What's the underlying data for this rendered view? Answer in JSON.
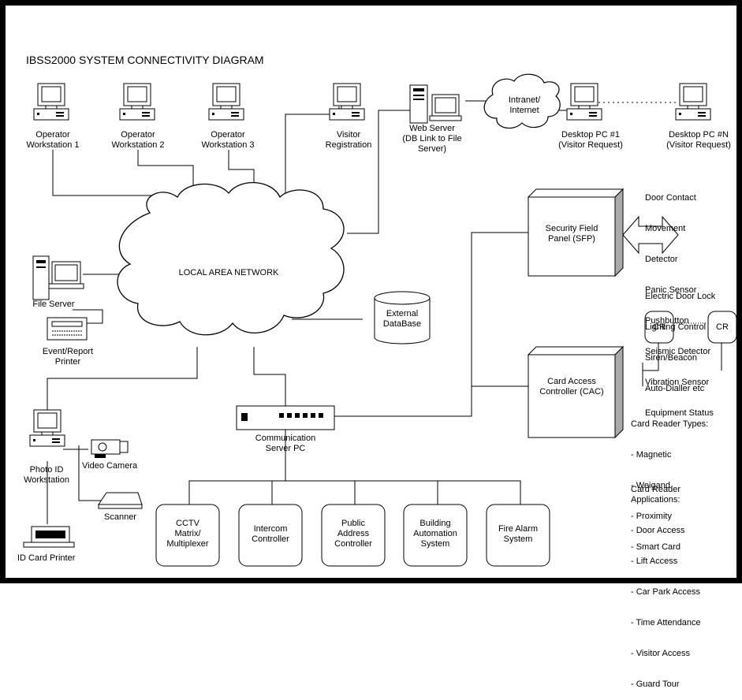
{
  "title": "IBSS2000 SYSTEM CONNECTIVITY DIAGRAM",
  "network": {
    "lan": "LOCAL AREA NETWORK",
    "intranet": "Intranet/\nInternet"
  },
  "workstations": {
    "op1": "Operator\nWorkstation 1",
    "op2": "Operator\nWorkstation 2",
    "op3": "Operator\nWorkstation 3",
    "visitor_reg": "Visitor\nRegistration",
    "web_server": "Web Server\n(DB Link to File\nServer)",
    "desktop1": "Desktop PC #1\n(Visitor Request)",
    "desktopN": "Desktop PC #N\n(Visitor Request)",
    "file_server": "File Server",
    "printer": "Event/Report\nPrinter",
    "photo_id": "Photo ID\nWorkstation",
    "video_camera": "Video Camera",
    "scanner": "Scanner",
    "id_printer": "ID Card Printer"
  },
  "database": "External\nDataBase",
  "sfp": "Security Field\nPanel (SFP)",
  "cac": "Card Access\nController (CAC)",
  "comm_server": "Communication\nServer PC",
  "cr_label": "CR",
  "sfp_inputs": [
    "Door Contact",
    "Movement",
    "Detector",
    "Panic Sensor",
    "Pushbutton",
    "Seismic Detector",
    "Vibration Sensor",
    "Equipment Status"
  ],
  "sfp_outputs": [
    "Electric Door Lock",
    "Lighting Control",
    "Siren/Beacon",
    "Auto-Dialler etc"
  ],
  "card_reader_types": {
    "heading": "Card Reader Types:",
    "items": [
      "- Magnetic",
      "- Weigand",
      "- Proximity",
      "- Smart Card"
    ]
  },
  "card_reader_apps": {
    "heading": "Card Reader\nApplications:",
    "items": [
      "- Door Access",
      "- Lift Access",
      "- Car Park Access",
      "- Time Attendance",
      "- Visitor Access",
      "- Guard Tour"
    ]
  },
  "subsystems": [
    "CCTV\nMatrix/\nMultiplexer",
    "Intercom\nController",
    "Public\nAddress\nController",
    "Building\nAutomation\nSystem",
    "Fire Alarm\nSystem"
  ]
}
